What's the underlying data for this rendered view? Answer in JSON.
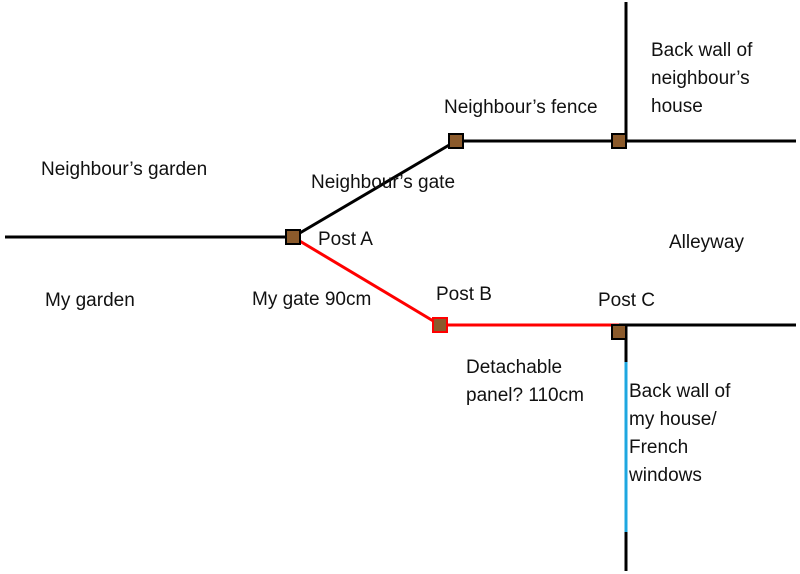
{
  "colors": {
    "background": "#ffffff",
    "boundary": "#000000",
    "my_gate_and_panel": "#ff0000",
    "french_windows": "#1ea7e0",
    "post_fill": "#8b5a2b",
    "post_border": "#000000",
    "post_b_border": "#ff0000"
  },
  "labels": {
    "neighbours_garden": "Neighbour’s garden",
    "my_garden": "My garden",
    "neighbours_gate": "Neighbour’s gate",
    "neighbours_fence": "Neighbour’s fence",
    "back_wall_neighbour_line1": "Back wall of",
    "back_wall_neighbour_line2": "neighbour’s",
    "back_wall_neighbour_line3": "house",
    "post_a": "Post A",
    "post_b": "Post B",
    "post_c": "Post C",
    "alleyway": "Alleyway",
    "my_gate": "My gate 90cm",
    "detachable_panel_line1": "Detachable",
    "detachable_panel_line2": "panel? 110cm",
    "back_wall_mine_line1": "Back wall of",
    "back_wall_mine_line2": "my house/",
    "back_wall_mine_line3": "French",
    "back_wall_mine_line4": "windows"
  }
}
